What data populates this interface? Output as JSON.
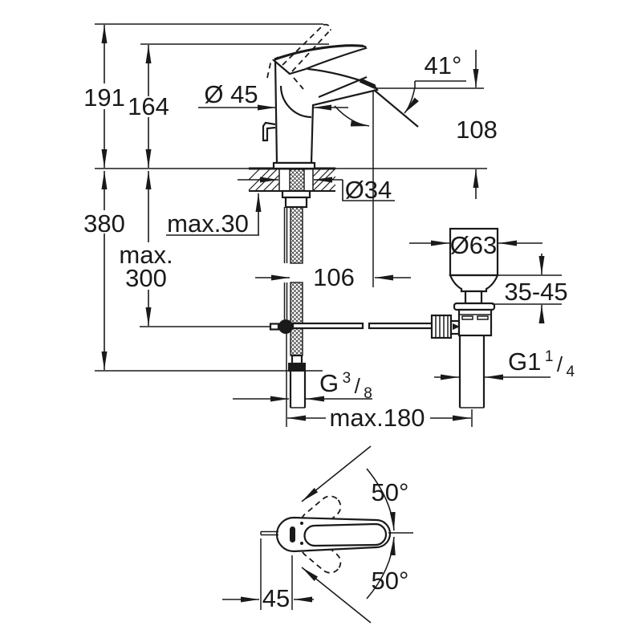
{
  "drawing_type": "faucet-installation-dimension-diagram",
  "colors": {
    "line": "#1a1a1a",
    "background": "#ffffff"
  },
  "labels": {
    "overall_height": "191",
    "spout_height": "164",
    "body_diameter": "Ø 45",
    "spout_angle": "41°",
    "tip_height": "108",
    "deck_hole_diameter": "Ø34",
    "deck_thickness": "max.30",
    "total_height": "380",
    "max_depth_word": "max.",
    "max_depth_value": "300",
    "spout_reach": "106",
    "waste_plug_diameter": "Ø63",
    "basin_deck_range": "35-45",
    "waste_thread_prefix": "G1",
    "waste_thread_num": "1",
    "waste_thread_slash": "/",
    "waste_thread_den": "4",
    "supply_thread_prefix": "G",
    "supply_thread_num": "3",
    "supply_thread_slash": "/",
    "supply_thread_den": "8",
    "hose_reach": "max.180",
    "swivel_up": "50°",
    "swivel_down": "50°",
    "rod_offset": "45"
  }
}
